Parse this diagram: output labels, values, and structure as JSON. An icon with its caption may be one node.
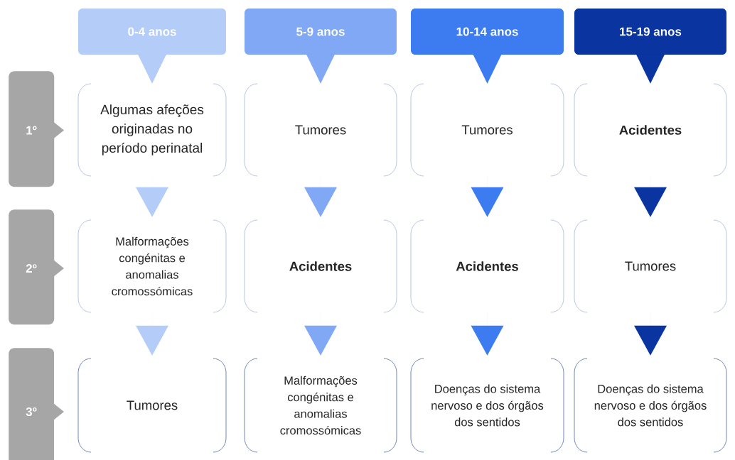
{
  "diagram": {
    "nodes": [
      {
        "text": [
          "0-4 anos"
        ]
      },
      {
        "text": [
          "5-9 anos"
        ]
      },
      {
        "text": [
          "10-14 anos"
        ]
      },
      {
        "text": [
          "15-19 anos"
        ]
      },
      {
        "text": [
          "1º"
        ]
      },
      {
        "text": [
          "Algumas afeções originadas no período perinatal"
        ]
      },
      {
        "text": [
          "Tumores"
        ]
      },
      {
        "text": [
          "Tumores"
        ]
      },
      {
        "text": [
          "Acidentes"
        ]
      },
      {
        "text": [
          "2º"
        ]
      },
      {
        "text": [
          "Malformações congénitas e anomalias cromossómicas"
        ]
      },
      {
        "text": [
          "Acidentes"
        ]
      },
      {
        "text": [
          "Acidentes"
        ]
      },
      {
        "text": [
          "Tumores"
        ]
      },
      {
        "text": [
          "3º"
        ]
      },
      {
        "text": [
          "Tumores"
        ]
      },
      {
        "text": [
          "Malformações congénitas e anomalias cromossómicas"
        ]
      },
      {
        "text": [
          "Doenças do sistema nervoso e dos órgãos dos sentidos"
        ]
      },
      {
        "text": [
          "Doenças do sistema nervoso e dos órgãos dos sentidos"
        ]
      }
    ],
    "edges": [
      {
        "from": 0,
        "to": 5,
        "arrow": "to",
        "color": "#b4cdf8"
      },
      {
        "from": 5,
        "to": 10,
        "arrow": "to",
        "color": "#b4cdf8"
      },
      {
        "from": 10,
        "to": 15,
        "arrow": "to",
        "color": "#b4cdf8"
      },
      {
        "from": 1,
        "to": 6,
        "arrow": "to",
        "color": "#80a8f5"
      },
      {
        "from": 6,
        "to": 11,
        "arrow": "to",
        "color": "#80a8f5"
      },
      {
        "from": 11,
        "to": 16,
        "arrow": "to",
        "color": "#80a8f5"
      },
      {
        "from": 2,
        "to": 7,
        "arrow": "to",
        "color": "#3d7cf0"
      },
      {
        "from": 7,
        "to": 12,
        "arrow": "to",
        "color": "#3d7cf0"
      },
      {
        "from": 12,
        "to": 17,
        "arrow": "to",
        "color": "#3d7cf0"
      },
      {
        "from": 3,
        "to": 8,
        "arrow": "to",
        "color": "#0a35a0"
      },
      {
        "from": 8,
        "to": 13,
        "arrow": "to",
        "color": "#0a35a0"
      },
      {
        "from": 13,
        "to": 18,
        "arrow": "to",
        "color": "#0a35a0"
      }
    ]
  }
}
